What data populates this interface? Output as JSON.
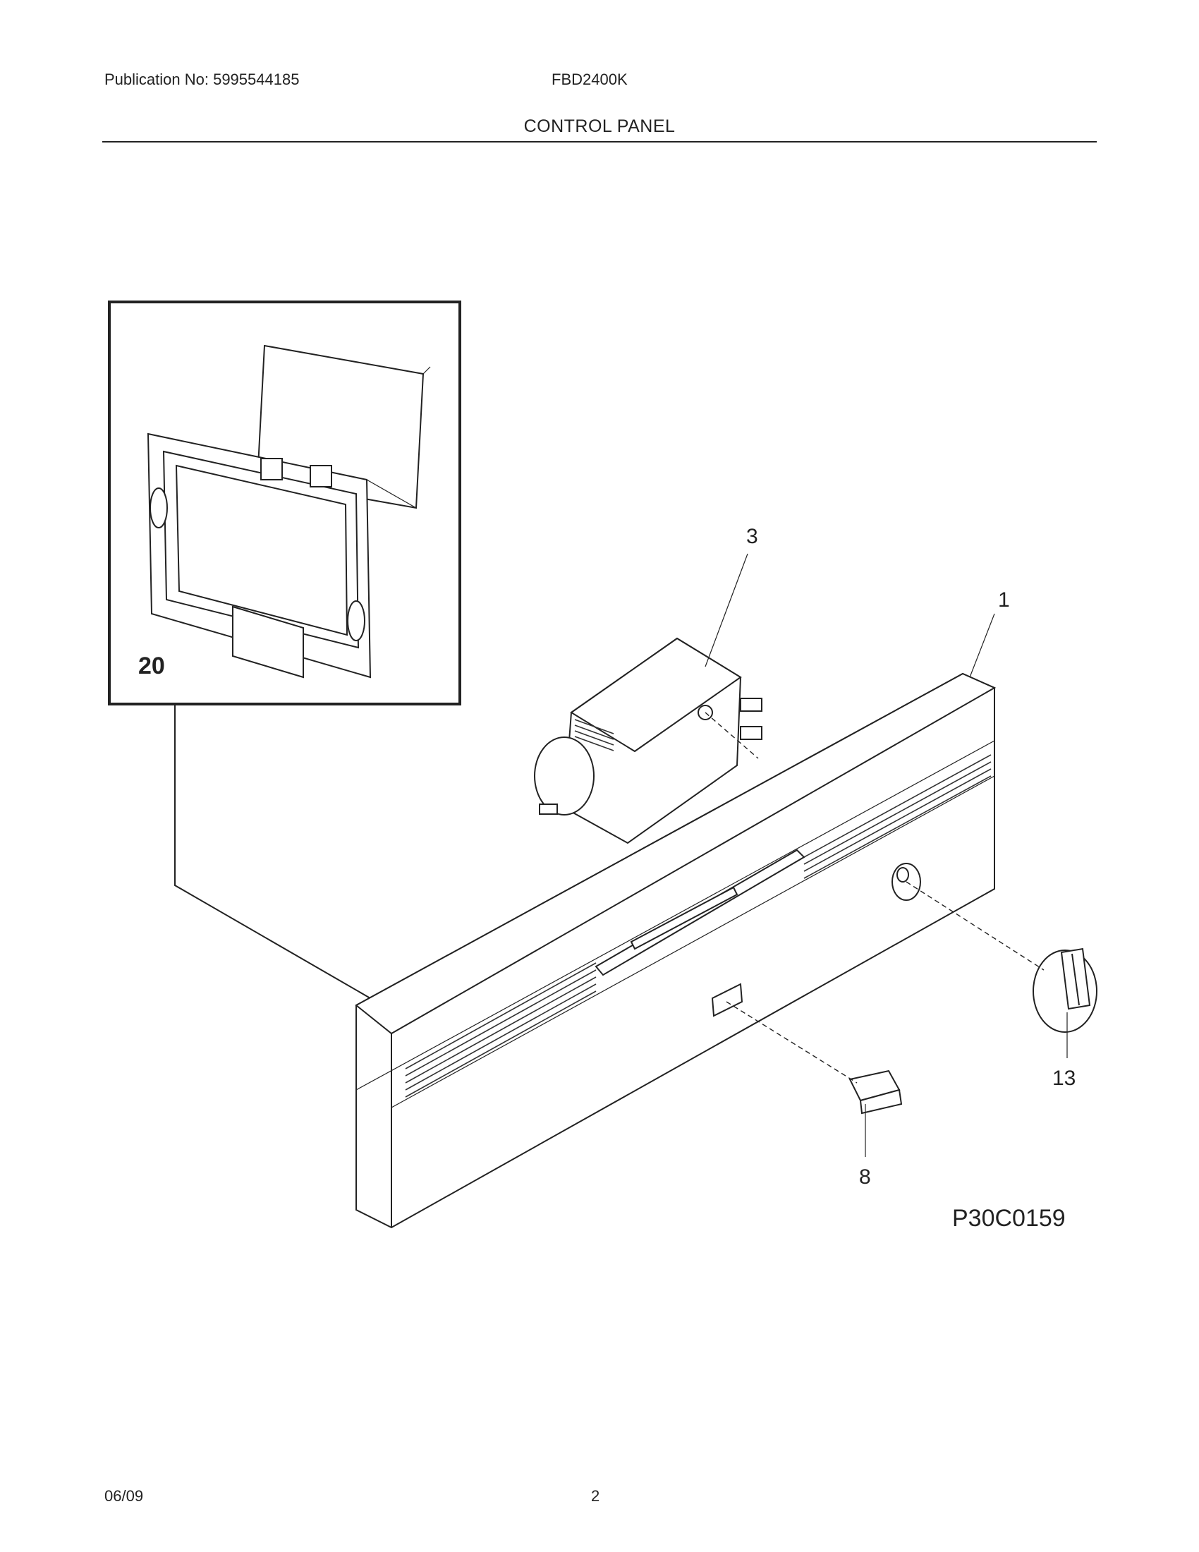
{
  "header": {
    "publication": "Publication No: 5995544185",
    "model": "FBD2400K",
    "section": "CONTROL PANEL"
  },
  "parts": [
    {
      "ref": "1"
    },
    {
      "ref": "3"
    },
    {
      "ref": "8"
    },
    {
      "ref": "13"
    },
    {
      "ref": "20"
    }
  ],
  "figure_code": "P30C0159",
  "footer": {
    "date": "06/09",
    "page": "2"
  }
}
